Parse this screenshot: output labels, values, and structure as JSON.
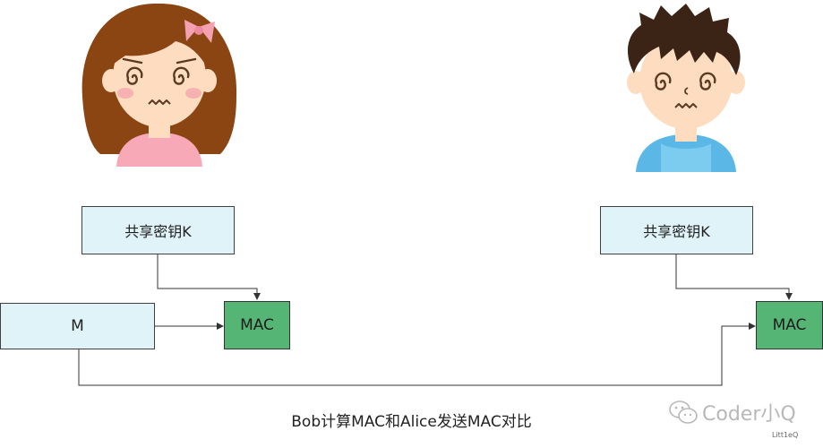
{
  "diagram": {
    "alice_key_label": "共享密钥K",
    "bob_key_label": "共享密钥K",
    "message_label": "M",
    "alice_mac_label": "MAC",
    "bob_mac_label": "MAC",
    "caption": "Bob计算MAC和Alice发送MAC对比"
  },
  "watermark": {
    "brand": "Coder小Q",
    "credit": "Litt1eQ"
  },
  "colors": {
    "box_fill": "#dff3f8",
    "mac_fill": "#55b574",
    "girl_hair": "#8b4513",
    "girl_shirt": "#f7a9b8",
    "boy_hair": "#3b2415",
    "boy_shirt": "#5bb8e6"
  }
}
